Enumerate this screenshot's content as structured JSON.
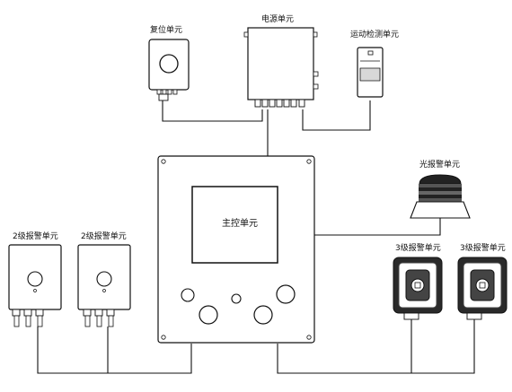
{
  "labels": {
    "reset_unit": "复位单元",
    "power_unit": "电源单元",
    "motion_detect_unit": "运动检测单元",
    "light_alarm_unit": "光报警单元",
    "main_control_unit": "主控单元",
    "alarm_level2_a": "2级报警单元",
    "alarm_level2_b": "2级报警单元",
    "alarm_level3_a": "3级报警单元",
    "alarm_level3_b": "3级报警单元"
  }
}
